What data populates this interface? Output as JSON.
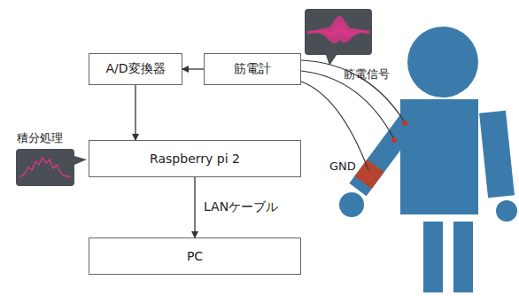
{
  "diagram": {
    "nodes": [
      {
        "text": [
          "A/D変換器"
        ]
      },
      {
        "text": [
          "筋電計"
        ]
      },
      {
        "text": [
          "Raspberry pi 2"
        ]
      },
      {
        "text": [
          "PC"
        ]
      }
    ],
    "edges": [
      {
        "from": 1,
        "to": 0,
        "arrow": "to"
      },
      {
        "from": 0,
        "to": 2,
        "arrow": "to"
      },
      {
        "from": 2,
        "to": 3,
        "label": "LANケーブル",
        "arrow": "to"
      }
    ],
    "labels": [
      "筋電信号",
      "GND",
      "積分処理"
    ]
  }
}
